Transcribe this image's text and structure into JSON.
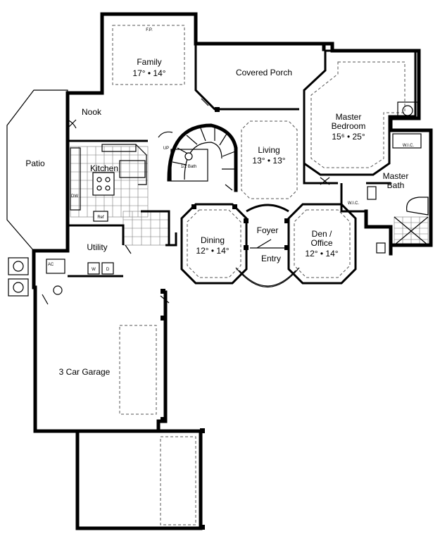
{
  "rooms": {
    "family": {
      "name": "Family",
      "dims": "17° • 14°"
    },
    "covered_porch": {
      "name": "Covered Porch"
    },
    "nook": {
      "name": "Nook"
    },
    "patio": {
      "name": "Patio"
    },
    "kitchen": {
      "name": "Kitchen"
    },
    "living": {
      "name": "Living",
      "dims": "13° • 13°"
    },
    "master_bedroom": {
      "name_line1": "Master",
      "name_line2": "Bedroom",
      "dims": "15⁶ • 25°"
    },
    "master_bath": {
      "name_line1": "Master",
      "name_line2": "Bath"
    },
    "wic_upper": {
      "name": "W.I.C."
    },
    "wic_lower": {
      "name": "W.I.C."
    },
    "dining": {
      "name": "Dining",
      "dims": "12° • 14°"
    },
    "foyer": {
      "name": "Foyer"
    },
    "entry": {
      "name": "Entry"
    },
    "den": {
      "name_line1": "Den /",
      "name_line2": "Office",
      "dims": "12° • 14°"
    },
    "utility": {
      "name": "Utility"
    },
    "garage": {
      "name": "3 Car Garage"
    },
    "half_bath": {
      "name": "1/2 Bath"
    }
  },
  "fixtures": {
    "fireplace": "F.P.",
    "washer": "W",
    "dryer": "D",
    "refrigerator": "Ref",
    "dishwasher": "DW",
    "ac": "AC",
    "stair_up": "UP"
  }
}
